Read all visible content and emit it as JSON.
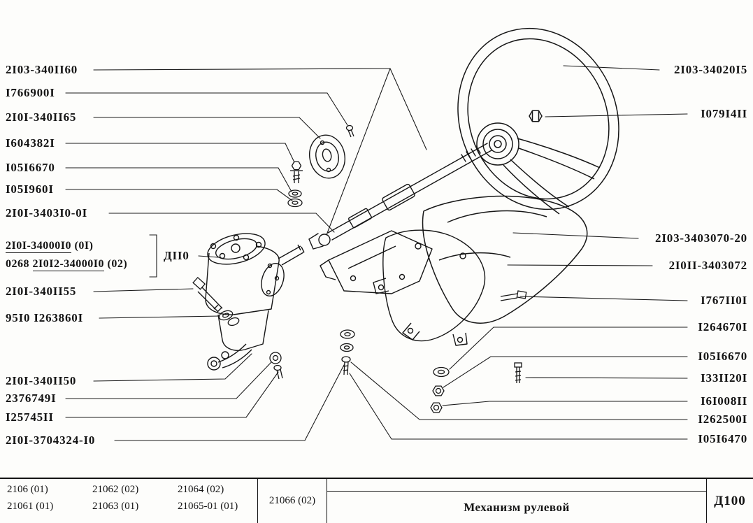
{
  "left_labels": [
    {
      "text": "2I03-340II60"
    },
    {
      "text": "I766900I"
    },
    {
      "text": "2I0I-340II65"
    },
    {
      "text": "I604382I"
    },
    {
      "text": "I05I6670"
    },
    {
      "text": "I05I960I"
    },
    {
      "text": "2I0I-3403I0-0I"
    },
    {
      "text": "2I0I-340II55"
    },
    {
      "text": "95I0 I263860I"
    },
    {
      "text": "2I0I-340II50"
    },
    {
      "text": "2376749I"
    },
    {
      "text": "I25745II"
    },
    {
      "text": "2I0I-3704324-I0"
    }
  ],
  "group": {
    "bracket_label": "ДII0",
    "line1": {
      "main": "2I0I-34000I0",
      "suffix": " (0I)"
    },
    "line2": {
      "prefix": "0268 ",
      "main": "2I0I2-34000I0",
      "suffix": " (02)"
    }
  },
  "right_labels": [
    {
      "text": "2I03-34020I5"
    },
    {
      "text": "I079I4II"
    },
    {
      "text": "2I03-3403070-20"
    },
    {
      "text": "2I0II-3403072"
    },
    {
      "text": "I767II0I"
    },
    {
      "text": "I264670I"
    },
    {
      "text": "I05I6670"
    },
    {
      "text": "I33II20I"
    },
    {
      "text": "I6I008II"
    },
    {
      "text": "I262500I"
    },
    {
      "text": "I05I6470"
    }
  ],
  "footer": {
    "models": [
      [
        "2106 (01)",
        "21061 (01)"
      ],
      [
        "21062 (02)",
        "21063 (01)"
      ],
      [
        "21064 (02)",
        "21065-01 (01)"
      ],
      [
        "21066 (02)"
      ]
    ],
    "title": "Механизм рулевой",
    "code": "Д100"
  }
}
